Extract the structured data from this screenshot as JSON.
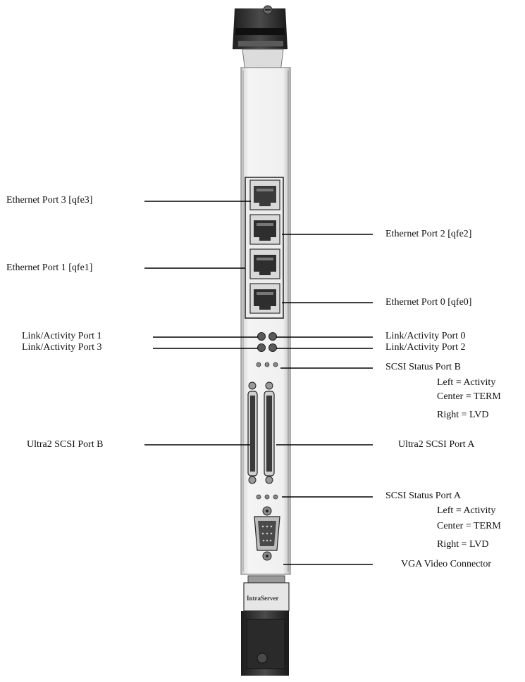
{
  "callouts_left": {
    "eth3": "Ethernet Port 3 [qfe3]",
    "eth1": "Ethernet Port 1 [qfe1]",
    "link1": "Link/Activity Port 1",
    "link3": "Link/Activity Port 3",
    "scsi_b": "Ultra2 SCSI Port B"
  },
  "callouts_right": {
    "eth2": "Ethernet Port 2 [qfe2]",
    "eth0": "Ethernet Port 0 [qfe0]",
    "link0": "Link/Activity Port 0",
    "link2": "Link/Activity Port 2",
    "status_b": {
      "title": "SCSI Status Port B",
      "left": "Left = Activity",
      "center": "Center = TERM",
      "right": "Right = LVD"
    },
    "scsi_a": "Ultra2 SCSI Port A",
    "status_a": {
      "title": "SCSI Status Port A",
      "left": "Left = Activity",
      "center": "Center = TERM",
      "right": "Right = LVD"
    },
    "vga": "VGA Video Connector"
  },
  "handle_logo": "IntraServer",
  "icons": [
    "rj45-jack",
    "led-indicator",
    "scsi-connector",
    "vga-connector",
    "ejector-handle"
  ]
}
